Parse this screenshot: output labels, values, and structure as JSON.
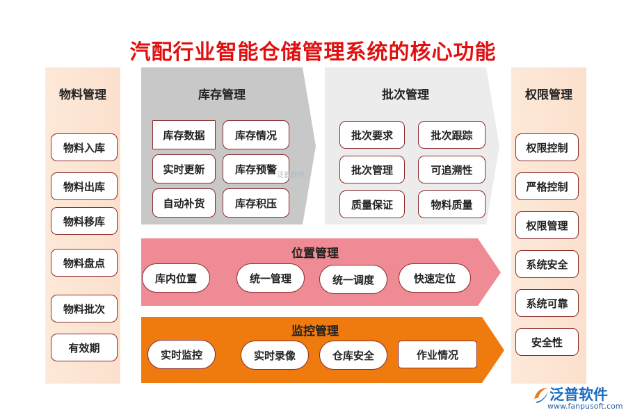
{
  "title": "汽配行业智能仓储管理系统的核心功能",
  "colors": {
    "title": "#e01010",
    "side_column": "#fde9d9",
    "inventory_bg": "#c8c8c8",
    "batch_bg": "#ececec",
    "location_bg": "#ef8b94",
    "monitor_bg": "#ef7a0e",
    "box_border": "#8b2a2a"
  },
  "left_column": {
    "title": "物料管理",
    "items": [
      "物料入库",
      "物料出库",
      "物料移库",
      "物料盘点",
      "物料批次",
      "有效期"
    ]
  },
  "inventory": {
    "title": "库存管理",
    "items": [
      "库存数据",
      "库存情况",
      "实时更新",
      "库存预警",
      "自动补货",
      "库存积压"
    ]
  },
  "batch": {
    "title": "批次管理",
    "items": [
      "批次要求",
      "批次跟踪",
      "批次管理",
      "可追溯性",
      "质量保证",
      "物料质量"
    ]
  },
  "right_column": {
    "title": "权限管理",
    "items": [
      "权限控制",
      "严格控制",
      "权限管理",
      "系统安全",
      "系统可靠",
      "安全性"
    ]
  },
  "location": {
    "title": "位置管理",
    "items": [
      "库内位置",
      "统一管理",
      "统一调度",
      "快速定位"
    ]
  },
  "monitor": {
    "title": "监控管理",
    "items": [
      "实时监控",
      "实时录像",
      "仓库安全",
      "作业情况"
    ]
  },
  "watermark": "泛普软件",
  "logo": {
    "name": "泛普软件",
    "url": "www.fanpusoft.com",
    "icon": "swoosh-logo-icon"
  }
}
